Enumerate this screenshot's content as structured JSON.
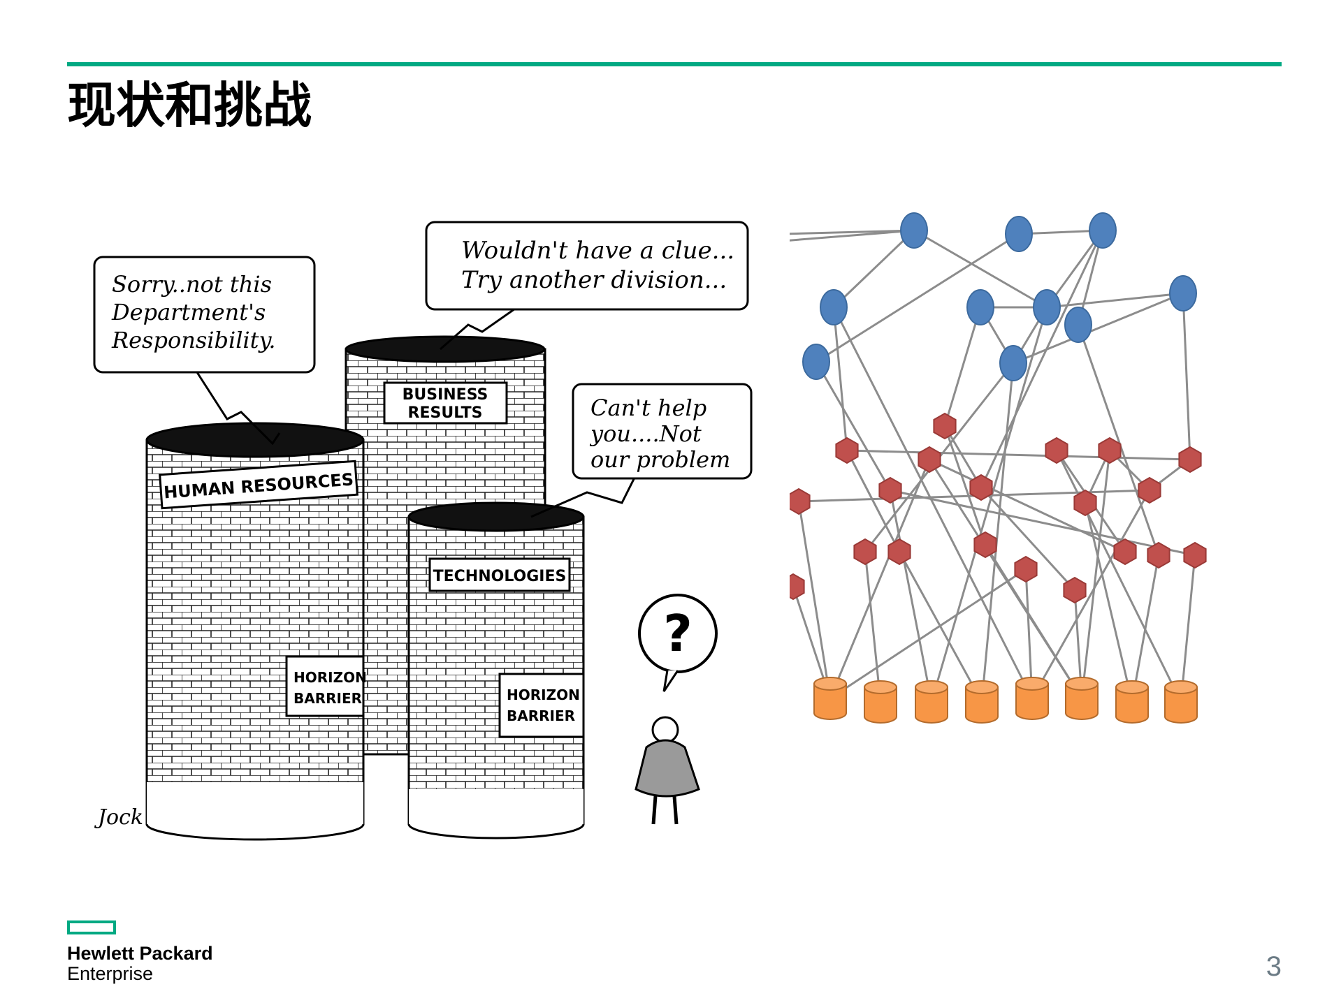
{
  "slide": {
    "title": "现状和挑战",
    "page_number": "3",
    "accent_color": "#01a982"
  },
  "cartoon": {
    "bubbles": [
      [
        "Sorry..not this",
        "Department's",
        "Responsibility."
      ],
      [
        "Wouldn't have a clue...",
        "Try another division..."
      ],
      [
        "Can't help",
        "you....Not",
        "our problem"
      ]
    ],
    "signs": {
      "human_resources": "HUMAN RESOURCES",
      "business_results": [
        "BUSINESS",
        "RESULTS"
      ],
      "technologies": "TECHNOLOGIES",
      "barrier_left": [
        "HORIZON",
        "BARRIER"
      ],
      "barrier_right": [
        "HORIZON",
        "BARRIER"
      ]
    },
    "question_mark": "?",
    "signature": "Jock"
  },
  "network": {
    "colors": {
      "blue": "#4f81bd",
      "red": "#c0504d",
      "orange": "#f79646",
      "edge": "#8c8c8c"
    }
  },
  "logo": {
    "line1": "Hewlett Packard",
    "line2": "Enterprise"
  }
}
